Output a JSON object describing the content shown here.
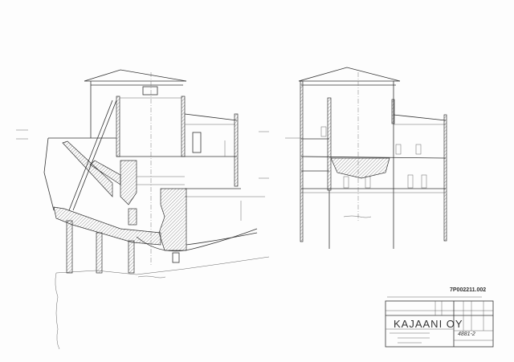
{
  "drawing_number": "7P002211.002",
  "title_block": {
    "company": "KAJAANI OY",
    "sheet_number": "4881-2"
  },
  "colors": {
    "ink": "#333333",
    "paper": "#fdfdfd"
  }
}
